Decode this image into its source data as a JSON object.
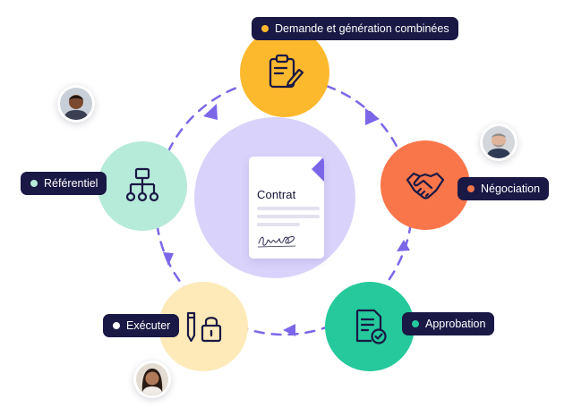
{
  "center": {
    "document_title": "Contrat"
  },
  "stages": [
    {
      "label": "Demande et génération combinées",
      "color": "#fdb92e",
      "dot": "#fdb92e",
      "icon": "clipboard-edit-icon"
    },
    {
      "label": "Négociation",
      "color": "#f9764a",
      "dot": "#f9764a",
      "icon": "handshake-icon"
    },
    {
      "label": "Approbation",
      "color": "#25c99b",
      "dot": "#25c99b",
      "icon": "document-check-icon"
    },
    {
      "label": "Exécuter",
      "color": "#fdeab8",
      "dot": "#ffffff",
      "icon": "pencil-lock-icon"
    },
    {
      "label": "Référentiel",
      "color": "#b6ead9",
      "dot": "#b6ead9",
      "icon": "hierarchy-icon"
    }
  ],
  "colors": {
    "accent": "#7c66e8",
    "pill_background": "#1a1845",
    "center_circle": "#d9d3fb"
  }
}
